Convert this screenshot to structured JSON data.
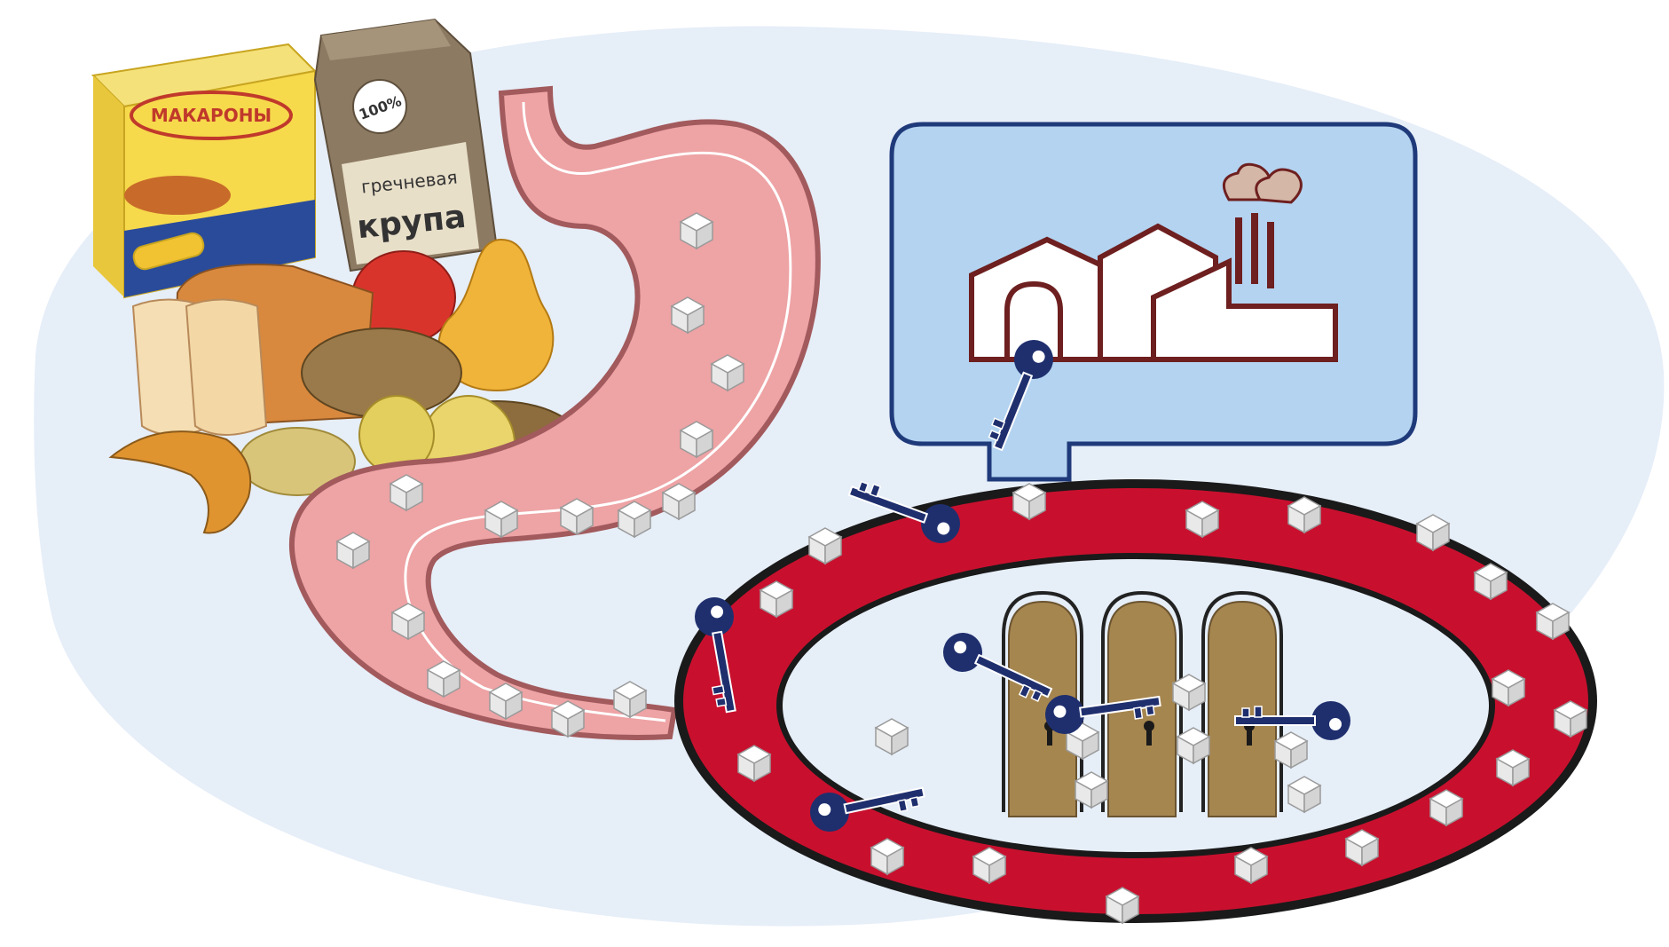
{
  "labels": {
    "pasta_box": "МАКАРОНЫ",
    "bag_percent": "100%",
    "bag_line1": "гречневая",
    "bag_line2": "крупа"
  },
  "colors": {
    "background_blob": "#e6eef8",
    "stomach": "#eea3a5",
    "stomach_outline": "#a25a5c",
    "vessel": "#c8102e",
    "vessel_outline": "#222222",
    "callout_fill": "#b3d3f0",
    "callout_stroke": "#1f3a7a",
    "factory_stroke": "#6e1f1f",
    "key": "#1f2f6e",
    "door": "#a6864f",
    "sugar_cube": "#ffffff"
  },
  "icons": [
    "pasta-box-icon",
    "buckwheat-bag-icon",
    "bread-icon",
    "apple-icon",
    "pear-icon",
    "potato-icon",
    "croissant-icon",
    "stomach-icon",
    "sugar-cube-icon",
    "factory-icon",
    "key-icon",
    "door-icon",
    "blood-vessel-icon"
  ]
}
